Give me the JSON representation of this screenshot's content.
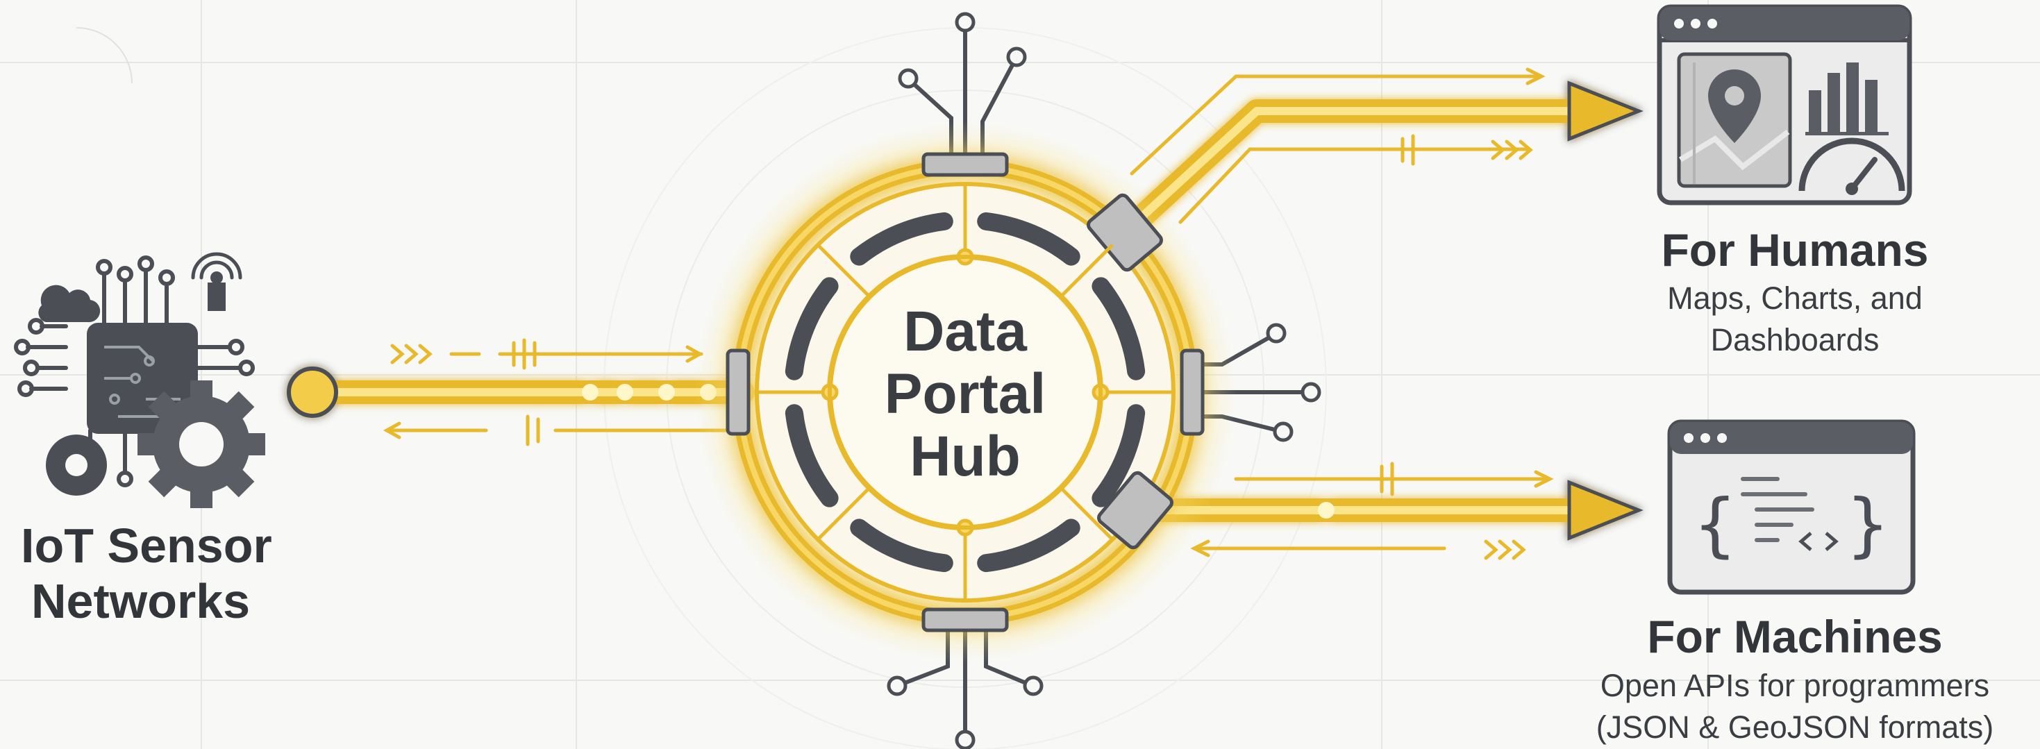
{
  "source": {
    "title_line1": "IoT Sensor",
    "title_line2": "Networks",
    "icon": "circuit-chip-gear-icon"
  },
  "hub": {
    "line1": "Data",
    "line2": "Portal",
    "line3": "Hub"
  },
  "humans": {
    "title": "For Humans",
    "desc_line1": "Maps, Charts, and",
    "desc_line2": "Dashboards",
    "icon": "map-chart-dashboard-window-icon"
  },
  "machines": {
    "title": "For Machines",
    "desc_line1": "Open APIs for programmers",
    "desc_line2": "(JSON & GeoJSON formats)",
    "icon": "code-window-icon"
  },
  "colors": {
    "accent": "#e8b92a",
    "glow": "#f7d766",
    "dark": "#4b4f55",
    "grey": "#dcdcdc"
  }
}
